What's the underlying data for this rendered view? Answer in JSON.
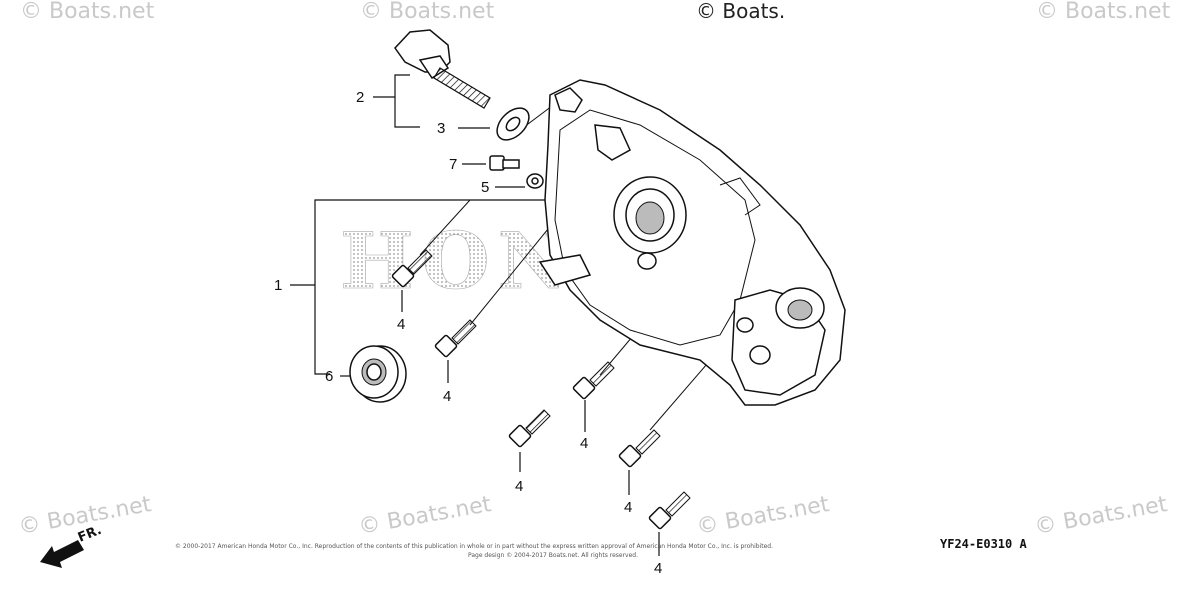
{
  "watermarks": {
    "top_center": "© Boats.",
    "tile": "© Boats.net"
  },
  "logo_text": "HONDA",
  "callouts": [
    "1",
    "2",
    "3",
    "4",
    "5",
    "6",
    "7"
  ],
  "copyright_line1": "© 2000-2017 American Honda Motor Co., Inc. Reproduction of the contents of this publication in whole or in part without the express written approval of American Honda Motor Co., Inc. is prohibited.",
  "copyright_line2": "Page design © 2004-2017 Boats.net. All rights reserved.",
  "diagram_code": "YF24-E0310 A",
  "direction_label": "FR."
}
